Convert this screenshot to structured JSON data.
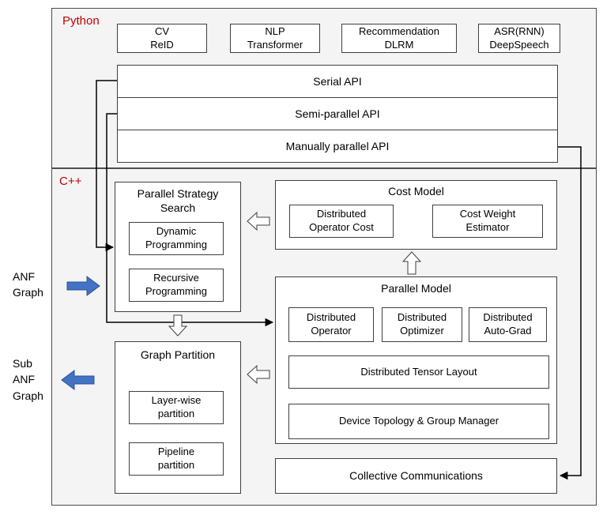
{
  "sections": {
    "python_label": "Python",
    "cpp_label": "C++"
  },
  "apps": [
    {
      "label": "CV\nReID"
    },
    {
      "label": "NLP\nTransformer"
    },
    {
      "label": "Recommendation\nDLRM"
    },
    {
      "label": "ASR(RNN)\nDeepSpeech"
    }
  ],
  "apis": [
    {
      "label": "Serial API"
    },
    {
      "label": "Semi-parallel API"
    },
    {
      "label": "Manually parallel API"
    }
  ],
  "strategy_search": {
    "title": "Parallel Strategy\nSearch",
    "items": [
      {
        "label": "Dynamic\nProgramming"
      },
      {
        "label": "Recursive\nProgramming"
      }
    ]
  },
  "cost_model": {
    "title": "Cost Model",
    "items": [
      {
        "label": "Distributed\nOperator Cost"
      },
      {
        "label": "Cost Weight\nEstimator"
      }
    ]
  },
  "parallel_model": {
    "title": "Parallel Model",
    "top_items": [
      {
        "label": "Distributed\nOperator"
      },
      {
        "label": "Distributed\nOptimizer"
      },
      {
        "label": "Distributed\nAuto-Grad"
      }
    ],
    "wide_items": [
      {
        "label": "Distributed Tensor Layout"
      },
      {
        "label": "Device Topology & Group Manager"
      }
    ]
  },
  "graph_partition": {
    "title": "Graph Partition",
    "items": [
      {
        "label": "Layer-wise\npartition"
      },
      {
        "label": "Pipeline\npartition"
      }
    ]
  },
  "collective_label": "Collective Communications",
  "side_labels": {
    "anf": "ANF\nGraph",
    "sub_anf": "Sub\nANF\nGraph"
  },
  "colors": {
    "accent_red": "#c00000",
    "arrow_blue": "#4472c4",
    "arrow_blue_border": "#2e5395",
    "border": "#3f3f3f",
    "section_bg": "#f4f4f4"
  }
}
